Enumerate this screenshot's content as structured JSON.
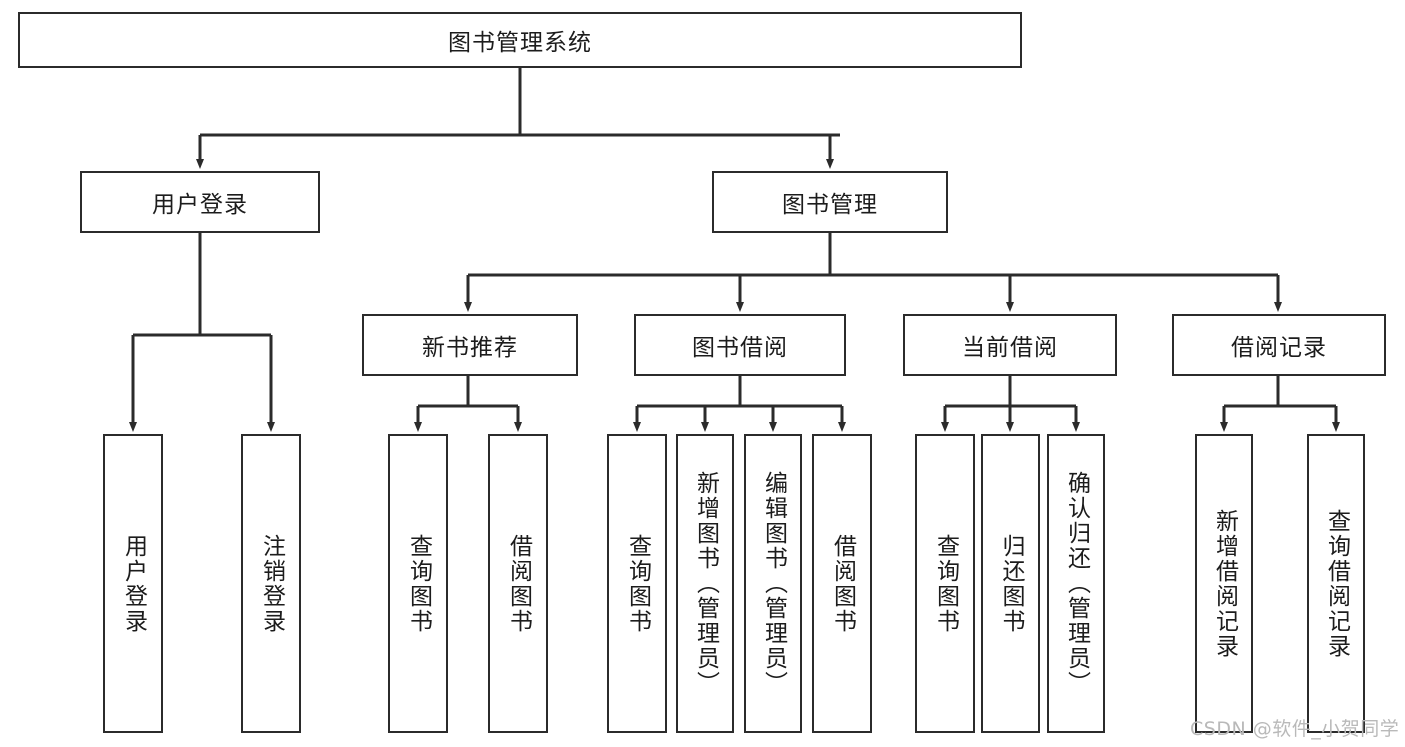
{
  "diagram": {
    "title": "图书管理系统",
    "type": "tree-hierarchy",
    "root": {
      "label": "图书管理系统"
    },
    "level1": [
      {
        "label": "用户登录"
      },
      {
        "label": "图书管理"
      }
    ],
    "level2": [
      {
        "label": "新书推荐"
      },
      {
        "label": "图书借阅"
      },
      {
        "label": "当前借阅"
      },
      {
        "label": "借阅记录"
      }
    ],
    "leaves": {
      "user_login": [
        {
          "label": "用户登录"
        },
        {
          "label": "注销登录"
        }
      ],
      "new_book_recommend": [
        {
          "label": "查询图书"
        },
        {
          "label": "借阅图书"
        }
      ],
      "book_borrow": [
        {
          "label": "查询图书"
        },
        {
          "label": "新增图书（管理员）"
        },
        {
          "label": "编辑图书（管理员）"
        },
        {
          "label": "借阅图书"
        }
      ],
      "current_borrow": [
        {
          "label": "查询图书"
        },
        {
          "label": "归还图书"
        },
        {
          "label": "确认归还（管理员）"
        }
      ],
      "borrow_record": [
        {
          "label": "新增借阅记录"
        },
        {
          "label": "查询借阅记录"
        }
      ]
    }
  },
  "watermark": {
    "text": "CSDN @软件_小贺同学"
  },
  "colors": {
    "stroke": "#2b2b2b",
    "fill": "#ffffff",
    "text": "#1c1c1c",
    "watermark": "#b9b9b9"
  }
}
